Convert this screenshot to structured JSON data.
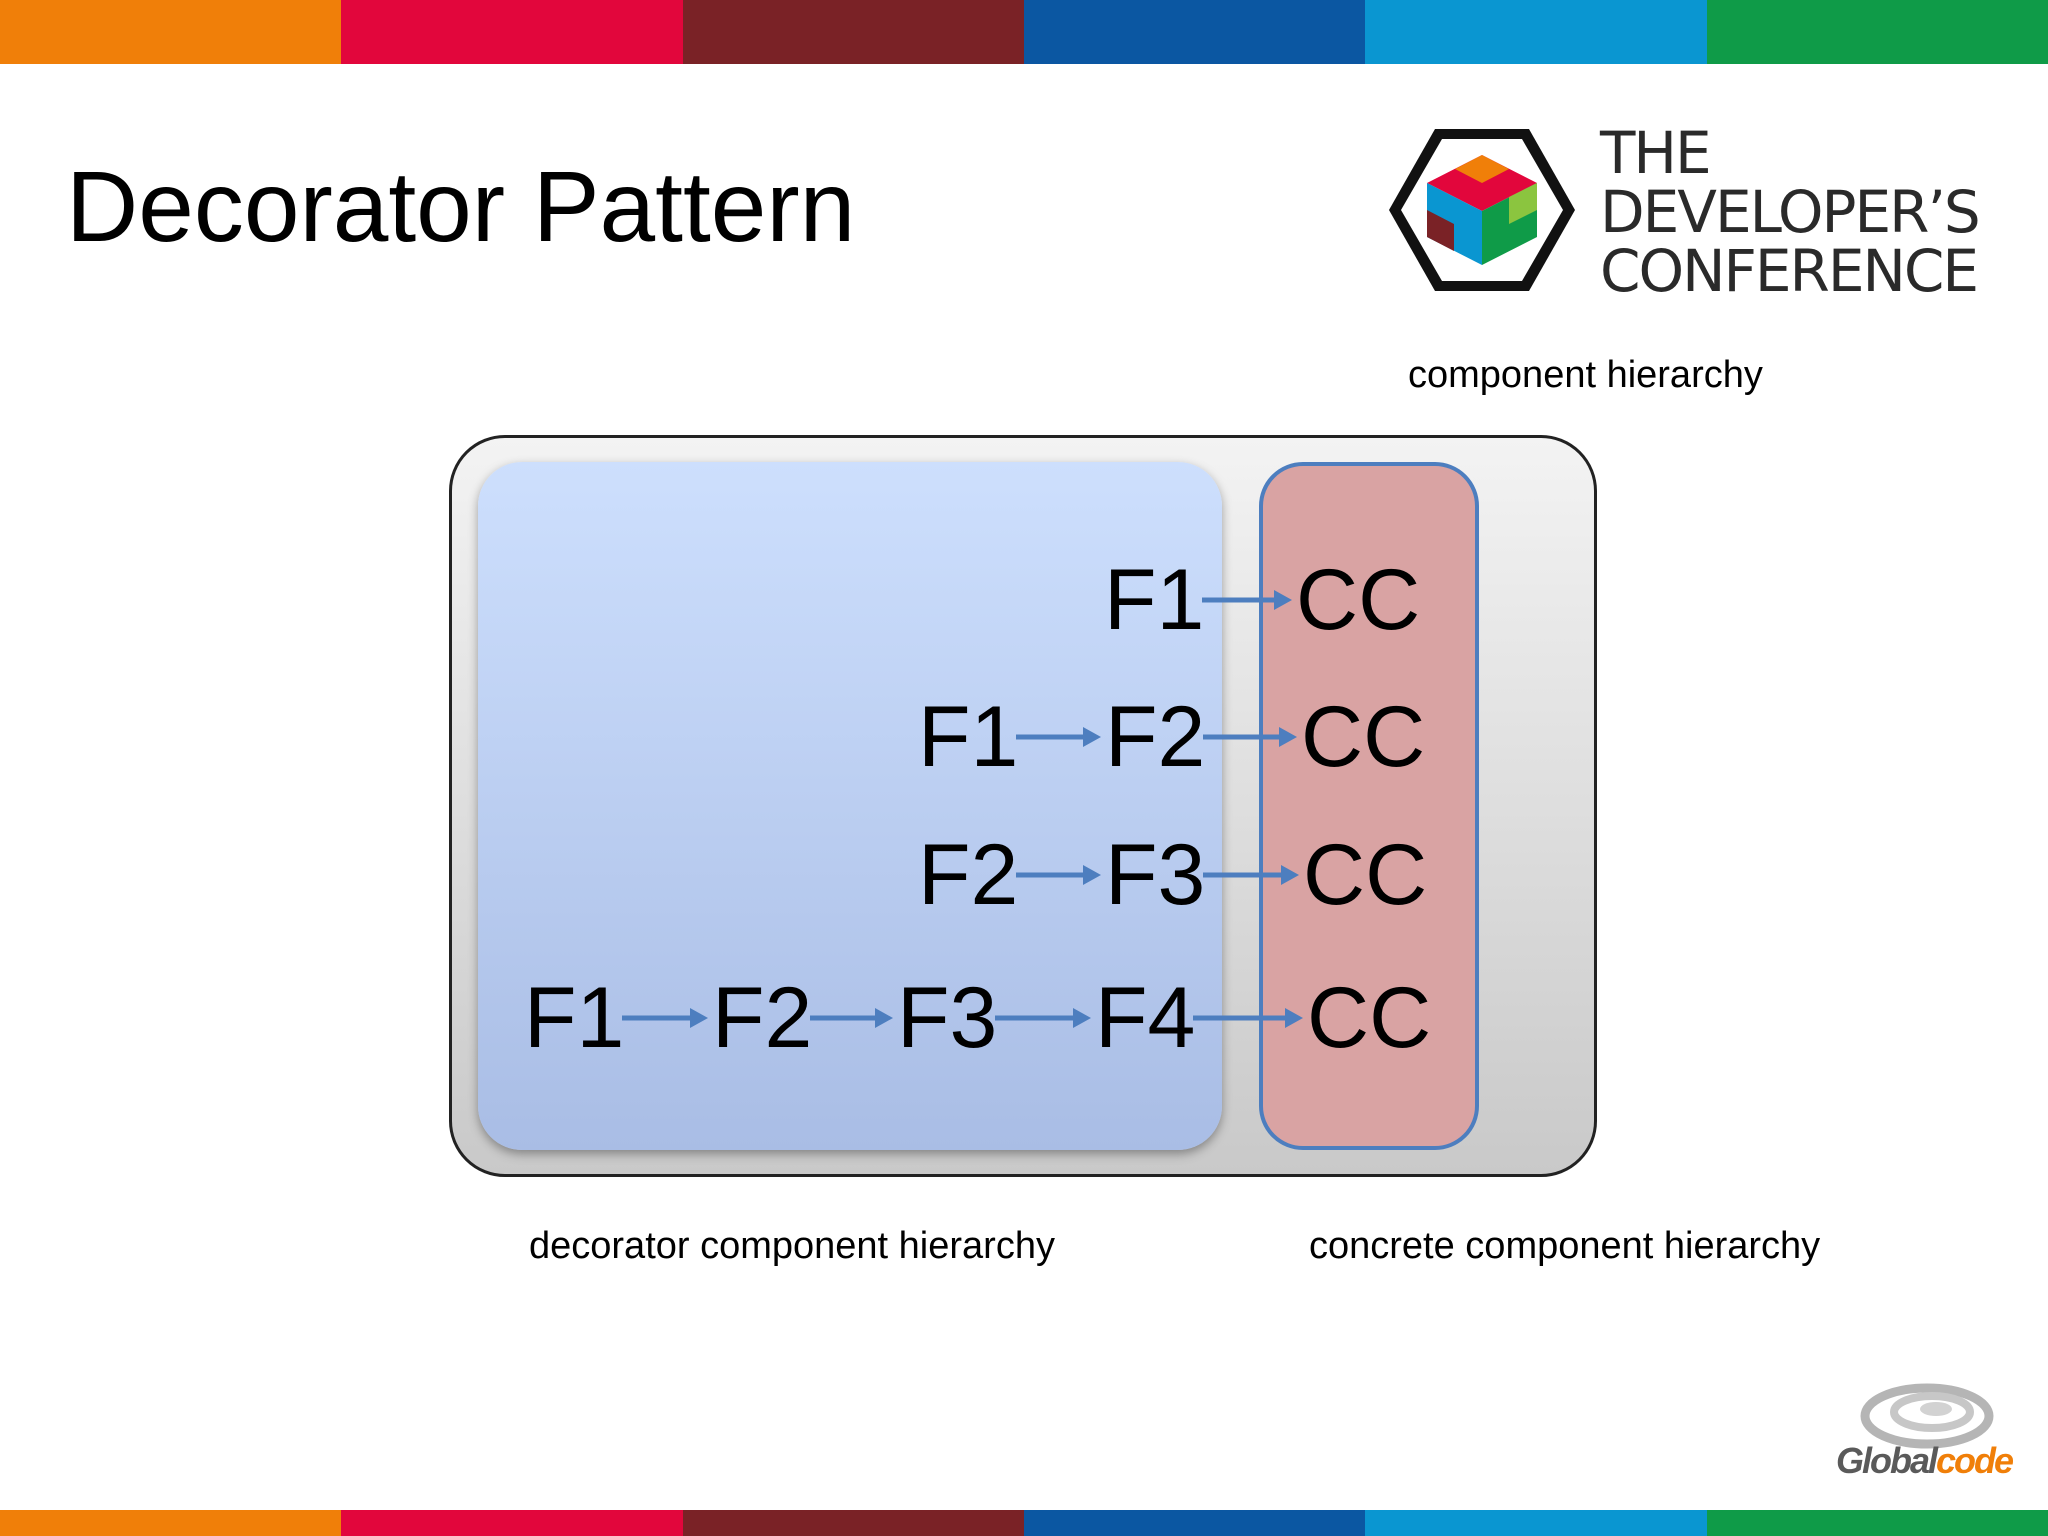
{
  "title": "Decorator Pattern",
  "brand": {
    "line1": "THE",
    "line2": "DEVELOPER’S",
    "line3": "CONFERENCE",
    "footer_logo_a": "Global",
    "footer_logo_b": "code"
  },
  "captions": {
    "top": "component hierarchy",
    "decorator": "decorator component hierarchy",
    "concrete": "concrete component hierarchy"
  },
  "colors": {
    "stripes": [
      "#f07f09",
      "#e2063c",
      "#7a2226",
      "#0b57a2",
      "#0a96d1",
      "#0f9b48"
    ],
    "decorator_region": "#bcd0f2",
    "concrete_region": "#d9a3a3",
    "arrow": "#4d7ebf"
  },
  "rows": [
    {
      "decorators": [
        "F1"
      ],
      "component": "CC"
    },
    {
      "decorators": [
        "F1",
        "F2"
      ],
      "component": "CC"
    },
    {
      "decorators": [
        "F2",
        "F3"
      ],
      "component": "CC"
    },
    {
      "decorators": [
        "F1",
        "F2",
        "F3",
        "F4"
      ],
      "component": "CC"
    }
  ]
}
